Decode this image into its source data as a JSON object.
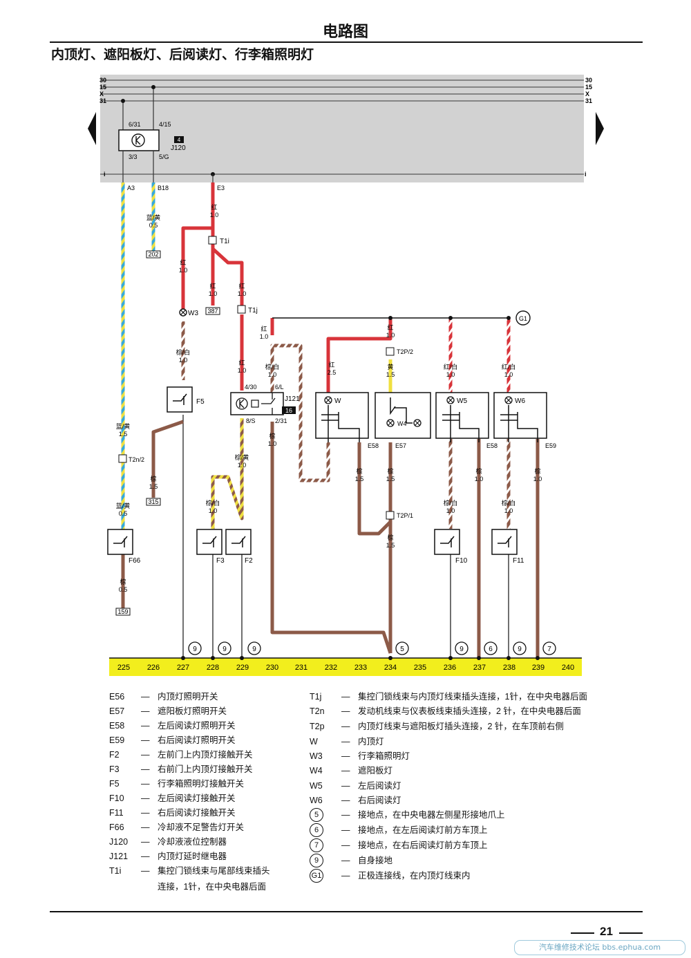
{
  "page_title": "电路图",
  "subtitle": "内顶灯、遮阳板灯、后阅读灯、行李箱照明灯",
  "bus": {
    "left": [
      "30",
      "15",
      "X",
      "31"
    ],
    "right": [
      "30",
      "15",
      "X",
      "31"
    ],
    "i_label": "i"
  },
  "components": {
    "J120": {
      "label": "J120",
      "badge": "4",
      "pin_top_left": "6/31",
      "pin_top_right": "4/15",
      "pin_bottom_left": "3/3",
      "pin_bottom_right": "5/G"
    },
    "J121": {
      "label": "J121",
      "badge": "16",
      "pin_top_left": "4/30",
      "pin_top_right": "6/L",
      "pin_bottom_left": "8/S",
      "pin_bottom_right": "2/31"
    },
    "F5": "F5",
    "F66": "F66",
    "F3": "F3",
    "F2": "F2",
    "F10": "F10",
    "F11": "F11",
    "W": "W",
    "W3": "W3",
    "W4": "W4",
    "W5": "W5",
    "W6": "W6",
    "E58a": "E58",
    "E57": "E57",
    "E58b": "E58",
    "E59": "E59",
    "G1": "G1",
    "T1i": "T1i",
    "T1j": "T1j",
    "T2n": "T2n/2",
    "T2p2": "T2P/2",
    "T2p1": "T2P/1"
  },
  "connectors": {
    "A3": "A3",
    "B18": "B18",
    "E3": "E3"
  },
  "wires": {
    "blue_yellow_05": {
      "color": "蓝/黄",
      "gauge": "0.5"
    },
    "blue_yellow_15": {
      "color": "蓝/黄",
      "gauge": "1.5"
    },
    "blue_yellow_05b": {
      "color": "蓝/黄",
      "gauge": "0.5"
    },
    "red_e3": {
      "color": "红",
      "gauge": "1.0"
    },
    "red_w3": {
      "color": "红",
      "gauge": "1.0"
    },
    "red_387": {
      "color": "红",
      "gauge": "1.0"
    },
    "red_t1j": {
      "color": "红",
      "gauge": "1.0"
    },
    "red_j121": {
      "color": "红",
      "gauge": "1.0"
    },
    "red_bus": {
      "color": "红",
      "gauge": "1.0"
    },
    "red_w": {
      "color": "红",
      "gauge": "2.5"
    },
    "red_top": {
      "color": "红",
      "gauge": "1.0"
    },
    "yellow_15": {
      "color": "黄",
      "gauge": "1.5"
    },
    "red_white_w5": {
      "color": "红/白",
      "gauge": "1.0"
    },
    "red_white_w6": {
      "color": "红/白",
      "gauge": "1.0"
    },
    "brown_white_w3": {
      "color": "棕/白",
      "gauge": "1.0"
    },
    "brown_white_j121": {
      "color": "棕/白",
      "gauge": "1.0"
    },
    "brown_315": {
      "color": "棕",
      "gauge": "1.5"
    },
    "brown_yellow": {
      "color": "棕/黄",
      "gauge": "1.0"
    },
    "brown_white_f3": {
      "color": "棕/白",
      "gauge": "1.0"
    },
    "brown_231": {
      "color": "棕",
      "gauge": "1.0"
    },
    "brown_e58": {
      "color": "棕",
      "gauge": "1.5"
    },
    "brown_e57": {
      "color": "棕",
      "gauge": "1.5"
    },
    "brown_t2p1": {
      "color": "棕",
      "gauge": "1.5"
    },
    "brown_white_f10": {
      "color": "棕/白",
      "gauge": "1.0"
    },
    "brown_white_f11": {
      "color": "棕/白",
      "gauge": "1.0"
    },
    "brown_237": {
      "color": "棕",
      "gauge": "1.0"
    },
    "brown_239": {
      "color": "棕",
      "gauge": "1.0"
    },
    "brown_f66": {
      "color": "棕",
      "gauge": "0.5"
    }
  },
  "refs": {
    "r202": "202",
    "r387": "387",
    "r315": "315",
    "r159": "159"
  },
  "ground_circles": [
    "9",
    "9",
    "9",
    "5",
    "9",
    "6",
    "9",
    "7"
  ],
  "track_numbers": [
    "225",
    "226",
    "227",
    "228",
    "229",
    "230",
    "231",
    "232",
    "233",
    "234",
    "235",
    "236",
    "237",
    "238",
    "239",
    "240"
  ],
  "legend_left": [
    {
      "code": "E56",
      "desc": "内顶灯照明开关"
    },
    {
      "code": "E57",
      "desc": "遮阳板灯照明开关"
    },
    {
      "code": "E58",
      "desc": "左后阅读灯照明开关"
    },
    {
      "code": "E59",
      "desc": "右后阅读灯照明开关"
    },
    {
      "code": "F2",
      "desc": "左前门上内顶灯接触开关"
    },
    {
      "code": "F3",
      "desc": "右前门上内顶灯接触开关"
    },
    {
      "code": "F5",
      "desc": "行李箱照明灯接触开关"
    },
    {
      "code": "F10",
      "desc": "左后阅读灯接触开关"
    },
    {
      "code": "F11",
      "desc": "右后阅读灯接触开关"
    },
    {
      "code": "F66",
      "desc": "冷却液不足警告灯开关"
    },
    {
      "code": "J120",
      "desc": "冷却液液位控制器"
    },
    {
      "code": "J121",
      "desc": "内顶灯延时继电器"
    },
    {
      "code": "T1i",
      "desc": "集控门锁线束与尾部线束插头"
    },
    {
      "code": "",
      "desc": "连接，1针，在中央电器后面"
    }
  ],
  "legend_right": [
    {
      "code": "T1j",
      "desc": "集控门锁线束与内顶灯线束插头连接，1针，在中央电器后面"
    },
    {
      "code": "T2n",
      "desc": "发动机线束与仪表板线束插头连接，2 针，在中央电器后面"
    },
    {
      "code": "T2p",
      "desc": "内顶灯线束与遮阳板灯插头连接，2 针，在车顶前右侧"
    },
    {
      "code": "W",
      "desc": "内顶灯"
    },
    {
      "code": "W3",
      "desc": "行李箱照明灯"
    },
    {
      "code": "W4",
      "desc": "遮阳板灯"
    },
    {
      "code": "W5",
      "desc": "左后阅读灯"
    },
    {
      "code": "W6",
      "desc": "右后阅读灯"
    },
    {
      "circle": "5",
      "desc": "接地点，在中央电器左侧星形接地爪上"
    },
    {
      "circle": "6",
      "desc": "接地点，在左后阅读灯前方车顶上"
    },
    {
      "circle": "7",
      "desc": "接地点，在右后阅读灯前方车顶上"
    },
    {
      "circle": "9",
      "desc": "自身接地"
    },
    {
      "circle": "G1",
      "desc": "正极连接线，在内顶灯线束内"
    }
  ],
  "page_number": "21",
  "watermark": "汽车维修技术论坛 bbs.ephua.com",
  "colors": {
    "red": "#d8343a",
    "brown": "#8c5a48",
    "blue": "#37a9d8",
    "yellow": "#f0e040",
    "track": "#f2ee1d",
    "panel": "#d2d2d2",
    "white_stripe": "#ffffff"
  }
}
